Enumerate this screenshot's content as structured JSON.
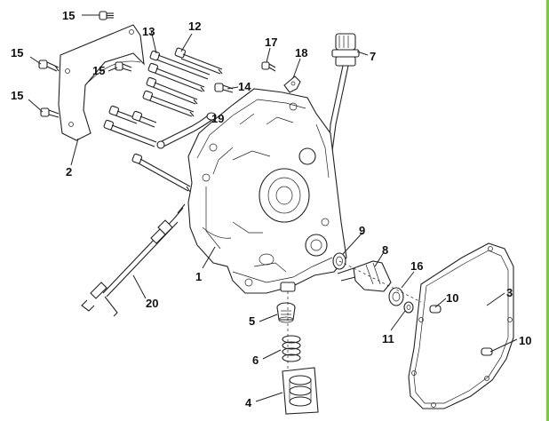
{
  "diagram": {
    "type": "exploded parts diagram",
    "accent_color": "#7ac943",
    "callouts": [
      {
        "id": "c15a",
        "text": "15"
      },
      {
        "id": "c15b",
        "text": "15"
      },
      {
        "id": "c15c",
        "text": "15"
      },
      {
        "id": "c15d",
        "text": "15"
      },
      {
        "id": "c13",
        "text": "13"
      },
      {
        "id": "c12",
        "text": "12"
      },
      {
        "id": "c14",
        "text": "14"
      },
      {
        "id": "c17",
        "text": "17"
      },
      {
        "id": "c18",
        "text": "18"
      },
      {
        "id": "c7",
        "text": "7"
      },
      {
        "id": "c19",
        "text": "19"
      },
      {
        "id": "c2",
        "text": "2"
      },
      {
        "id": "c1",
        "text": "1"
      },
      {
        "id": "c20",
        "text": "20"
      },
      {
        "id": "c9",
        "text": "9"
      },
      {
        "id": "c8",
        "text": "8"
      },
      {
        "id": "c16",
        "text": "16"
      },
      {
        "id": "c3",
        "text": "3"
      },
      {
        "id": "c10a",
        "text": "10"
      },
      {
        "id": "c10b",
        "text": "10"
      },
      {
        "id": "c11",
        "text": "11"
      },
      {
        "id": "c5",
        "text": "5"
      },
      {
        "id": "c6",
        "text": "6"
      },
      {
        "id": "c4",
        "text": "4"
      }
    ]
  }
}
